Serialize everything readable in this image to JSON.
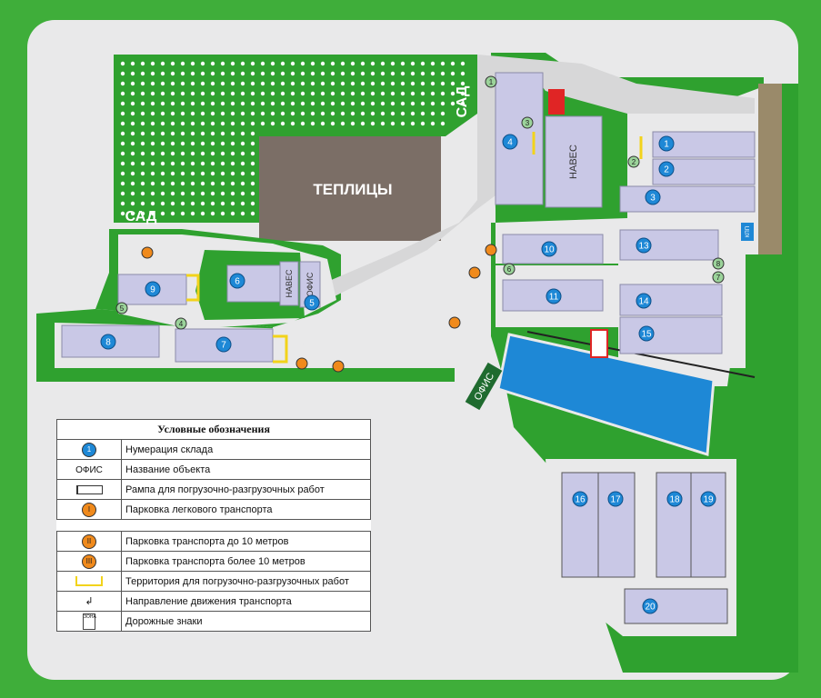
{
  "areas": {
    "garden_top": "САД",
    "garden_bottom": "САД",
    "greenhouses": "ТЕПЛИЦЫ"
  },
  "buildings": {
    "canopy_center": "НАВЕС",
    "canopy_small": "НАВЕС",
    "office_small": "ОФИС",
    "office_main": "ОФИС",
    "warehouse_numbers": [
      "1",
      "2",
      "3",
      "4",
      "5",
      "6",
      "7",
      "8",
      "9",
      "10",
      "11",
      "13",
      "14",
      "15",
      "16",
      "17",
      "18",
      "19",
      "20"
    ]
  },
  "ramps": [
    "1",
    "2",
    "3",
    "4",
    "5",
    "6",
    "7",
    "8"
  ],
  "signs": {
    "zona": "ЗОНА",
    "kpp": "КПП"
  },
  "legend": {
    "title": "Условные обозначения",
    "rows": [
      {
        "symbol": "1",
        "text": "Нумерация склада"
      },
      {
        "symbol": "ОФИС",
        "text": "Название объекта"
      },
      {
        "symbol": "",
        "text": "Рампа для погрузочно-разгрузочных работ"
      },
      {
        "symbol": "I",
        "text": "Парковка легкового транспорта"
      },
      {
        "symbol": "II",
        "text": "Парковка транспорта до 10 метров"
      },
      {
        "symbol": "III",
        "text": "Парковка транспорта более 10 метров"
      },
      {
        "symbol": "",
        "text": "Территория для погрузочно-разгрузочных работ"
      },
      {
        "symbol": "",
        "text": "Направление движения транспорта"
      },
      {
        "symbol": "ЗОНА",
        "text": "Дорожные знаки"
      }
    ]
  },
  "colors": {
    "frame": "#3fae3a",
    "grass": "#2fa12f",
    "paved": "#e9e9ea",
    "warehouse": "#c9c8e6",
    "greenhouse": "#7b6e66",
    "water": "#1e88d6",
    "number_circle": "#1e88d6",
    "parking_circle": "#f08a1c",
    "ramp_circle": "#9bd39a"
  }
}
